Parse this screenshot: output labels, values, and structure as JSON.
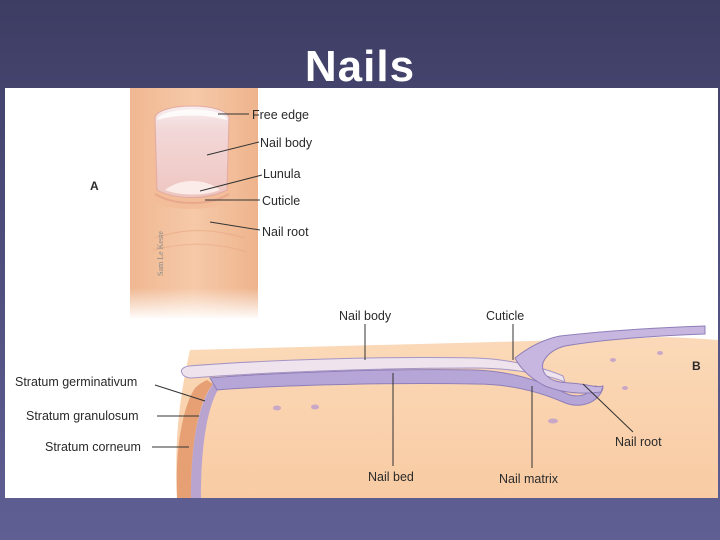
{
  "slide": {
    "title": "Nails"
  },
  "figure": {
    "panel_a": {
      "letter": "A",
      "labels": {
        "free_edge": "Free edge",
        "nail_body": "Nail body",
        "lunula": "Lunula",
        "cuticle": "Cuticle",
        "nail_root": "Nail root"
      }
    },
    "panel_b": {
      "letter": "B",
      "labels": {
        "nail_body": "Nail body",
        "cuticle": "Cuticle",
        "stratum_germinativum": "Stratum germinativum",
        "stratum_granulosum": "Stratum granulosum",
        "stratum_corneum": "Stratum corneum",
        "nail_root": "Nail root",
        "nail_bed": "Nail bed",
        "nail_matrix": "Nail matrix"
      }
    }
  }
}
